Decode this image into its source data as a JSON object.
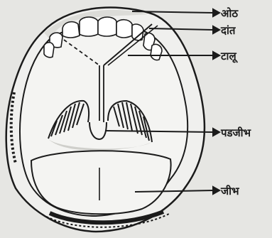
{
  "figure": {
    "labels": {
      "lips": "ओठ",
      "teeth": "दांत",
      "palate": "टालू",
      "uvula": "पडजीभ",
      "tongue": "जीभ"
    },
    "colors": {
      "ink": "#1b1b1b",
      "paper": "#e6e6e3",
      "mouth_interior": "#f4f4f2"
    }
  }
}
